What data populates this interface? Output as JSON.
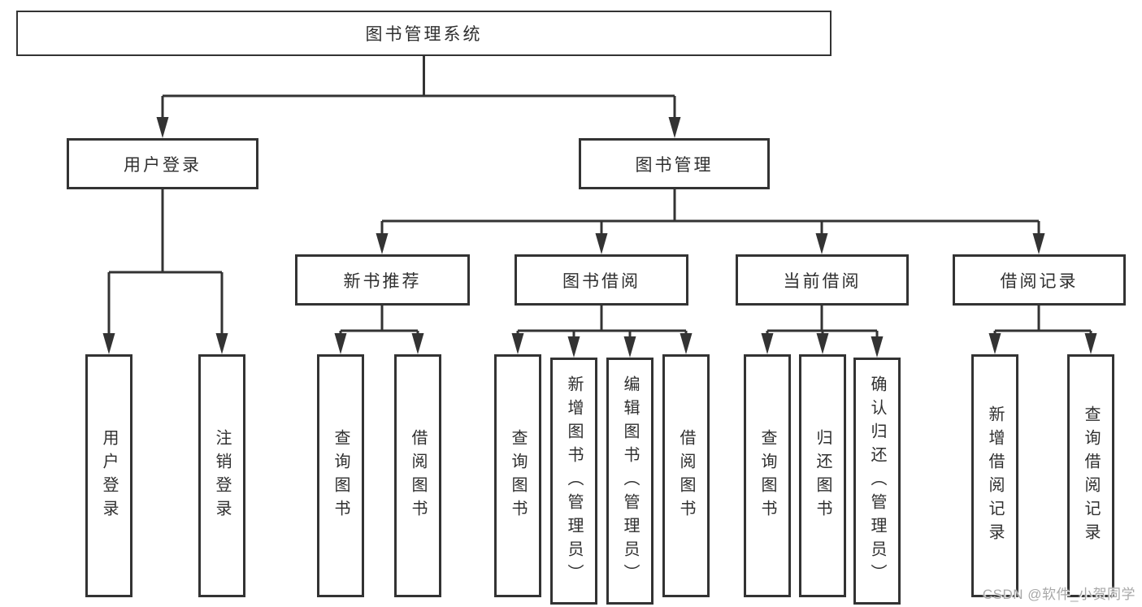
{
  "diagram": {
    "root": "图书管理系统",
    "branches": [
      {
        "label": "用户登录",
        "children": [
          "用户登录",
          "注销登录"
        ]
      },
      {
        "label": "图书管理",
        "sections": [
          {
            "label": "新书推荐",
            "children": [
              "查询图书",
              "借阅图书"
            ]
          },
          {
            "label": "图书借阅",
            "children": [
              "查询图书",
              "新增图书（管理员）",
              "编辑图书（管理员）",
              "借阅图书"
            ]
          },
          {
            "label": "当前借阅",
            "children": [
              "查询图书",
              "归还图书",
              "确认归还（管理员）"
            ]
          },
          {
            "label": "借阅记录",
            "children": [
              "新增借阅记录",
              "查询借阅记录"
            ]
          }
        ]
      }
    ]
  },
  "watermark": "CSDN @软件_小贺同学",
  "colors": {
    "line": "#333333",
    "text": "#2f2f2f",
    "watermark_text": "#a8a8a8",
    "background": "#ffffff"
  }
}
